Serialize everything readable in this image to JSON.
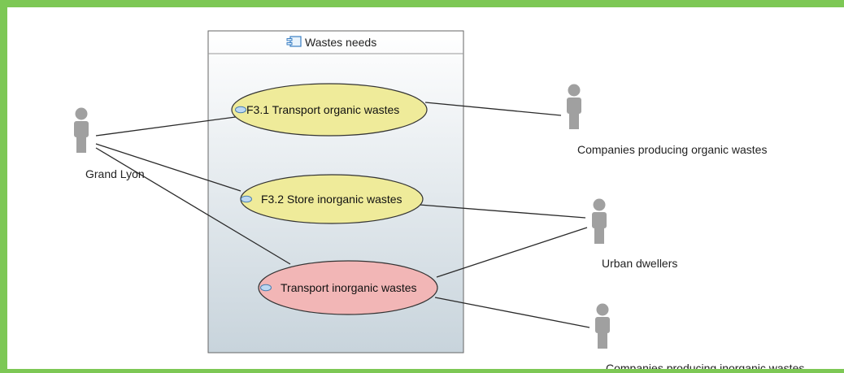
{
  "colors": {
    "frame_border": "#7dc855",
    "connector": "#2a2a2a",
    "actor": "#a0a0a0",
    "boundary_top": "#ffffff",
    "boundary_bottom": "#c8d4dc",
    "usecase_yellow": "#efeb9a",
    "usecase_red": "#f2b6b6",
    "usecase_stroke": "#333333",
    "usecase_icon": "#bcd8f2"
  },
  "boundary": {
    "title": "Wastes needs",
    "icon": "component-icon"
  },
  "use_cases": [
    {
      "id": "uc1",
      "label": "F3.1 Transport organic wastes",
      "fill": "yellow"
    },
    {
      "id": "uc2",
      "label": "F3.2 Store inorganic wastes",
      "fill": "yellow"
    },
    {
      "id": "uc3",
      "label": "Transport inorganic wastes",
      "fill": "red"
    }
  ],
  "actors": [
    {
      "id": "grand-lyon",
      "label": "Grand Lyon"
    },
    {
      "id": "companies-organic",
      "label": "Companies producing organic wastes"
    },
    {
      "id": "urban-dwellers",
      "label": "Urban dwellers"
    },
    {
      "id": "companies-inorganic",
      "label": "Companies producing inorganic wastes"
    }
  ],
  "associations": [
    {
      "from": "grand-lyon",
      "to": "uc1"
    },
    {
      "from": "grand-lyon",
      "to": "uc2"
    },
    {
      "from": "grand-lyon",
      "to": "uc3"
    },
    {
      "from": "companies-organic",
      "to": "uc1"
    },
    {
      "from": "urban-dwellers",
      "to": "uc2"
    },
    {
      "from": "urban-dwellers",
      "to": "uc3"
    },
    {
      "from": "companies-inorganic",
      "to": "uc3"
    }
  ]
}
